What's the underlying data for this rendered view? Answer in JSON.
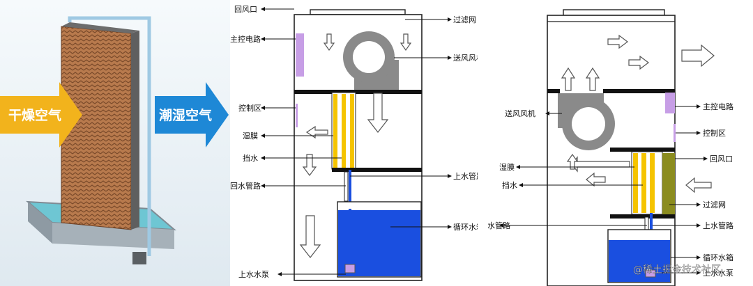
{
  "left_panel": {
    "arrow_in_label": "干燥空气",
    "arrow_out_label": "潮湿空气",
    "colors": {
      "arrow_in": "#f2b31c",
      "arrow_out": "#1e88d6",
      "pad": "#b5754a"
    }
  },
  "middle_diagram": {
    "labels": {
      "return_air": "回风口",
      "filter": "过滤网",
      "main_circuit": "主控电路",
      "supply_fan": "送风风机",
      "control_area": "控制区",
      "wet_pad": "湿膜",
      "water_block": "挡水",
      "supply_pipe": "上水管路",
      "return_pipe": "回水管路",
      "tank": "循环水箱",
      "pump": "上水水泵"
    }
  },
  "right_diagram": {
    "labels": {
      "main_circuit": "主控电路",
      "supply_fan": "送风风机",
      "control_area": "控制区",
      "return_air": "回风口",
      "wet_pad": "湿膜",
      "water_block": "挡水",
      "filter": "过滤网",
      "return_pipe": "回水管路",
      "supply_pipe": "上水管路",
      "tank": "循环水箱",
      "pump": "上水水泵"
    }
  },
  "watermark": "@稀土掘金技术社区",
  "colors": {
    "water": "#1a4fe0",
    "pad_yellow": "#f5c400",
    "fan_gray": "#8a8a8a",
    "circuit_purple": "#c79ee6",
    "filter_olive": "#8b8c1f"
  }
}
